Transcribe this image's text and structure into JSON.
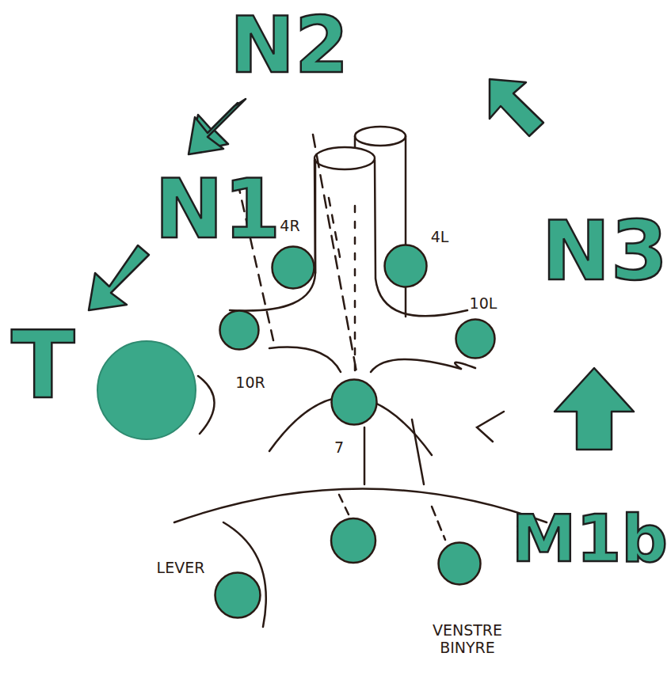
{
  "diagram": {
    "nodes": [
      {
        "text": [
          "4R"
        ]
      },
      {
        "text": [
          "4L"
        ]
      },
      {
        "text": [
          "10R"
        ]
      },
      {
        "text": [
          "10L"
        ]
      },
      {
        "text": [
          "7"
        ]
      },
      {
        "text": [
          "LEVER"
        ]
      },
      {
        "text": [
          "VENSTRE BINYRE"
        ]
      }
    ],
    "labels": [
      "N2",
      "N1",
      "N3",
      "T",
      "M1b"
    ]
  }
}
